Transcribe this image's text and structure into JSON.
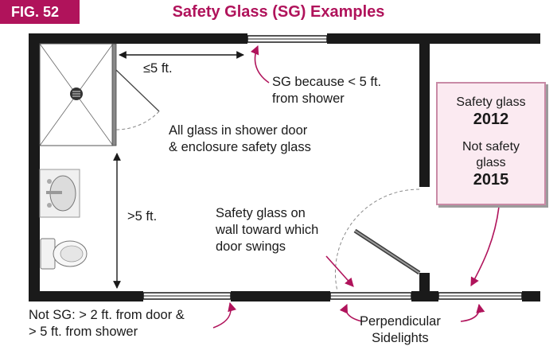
{
  "figure": {
    "badge": "FIG. 52",
    "title": "Safety Glass (SG) Examples"
  },
  "labels": {
    "shower_distance": "≤5 ft.",
    "sg_window_line1": "SG because < 5 ft.",
    "sg_window_line2": "from shower",
    "shower_door_line1": "All glass in shower door",
    "shower_door_line2": "& enclosure safety glass",
    "far_distance": ">5 ft.",
    "swing_wall_line1": "Safety glass on",
    "swing_wall_line2": "wall toward which",
    "swing_wall_line3": "door swings",
    "not_sg_line1": "Not SG: > 2 ft. from door &",
    "not_sg_line2": "> 5 ft. from shower",
    "sidelights_line1": "Perpendicular",
    "sidelights_line2": "Sidelights"
  },
  "callout": {
    "line1": "Safety glass",
    "year1": "2012",
    "line2": "Not safety",
    "line3": "glass",
    "year2": "2015"
  },
  "colors": {
    "accent": "#b0135b",
    "wall": "#1a1a1a",
    "callout_fill": "#fbeaf1"
  },
  "icons": {
    "shower_drain": "drain-icon",
    "sink": "sink-icon",
    "toilet": "toilet-icon"
  }
}
